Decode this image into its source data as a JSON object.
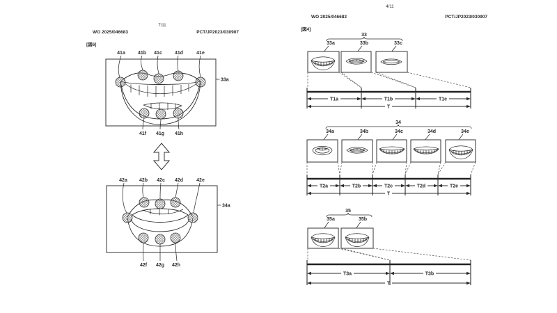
{
  "page_left": {
    "page_number": "7/11",
    "publication_number": "WO 2025/046683",
    "application_number": "PCT/JP2023/030907",
    "figure_label": "[図6]",
    "upper_frame": {
      "ref_label": "33a",
      "mouth": "wide-open-smile-with-feature-points",
      "point_labels": [
        "41a",
        "41b",
        "41c",
        "41d",
        "41e",
        "41f",
        "41g",
        "41h"
      ]
    },
    "lower_frame": {
      "ref_label": "34a",
      "mouth": "round-open-with-feature-points",
      "point_labels": [
        "42a",
        "42b",
        "42c",
        "42d",
        "42e",
        "42f",
        "42g",
        "42h"
      ]
    }
  },
  "page_right": {
    "page_number": "4/11",
    "publication_number": "WO 2025/046683",
    "application_number": "PCT/JP2023/030907",
    "figure_label": "[図4]",
    "groups": [
      {
        "ref_label": "33",
        "frames": [
          {
            "label": "33a",
            "mouth": "wide-open-smile"
          },
          {
            "label": "33b",
            "mouth": "small-open-teeth"
          },
          {
            "label": "33c",
            "mouth": "closed-lips"
          }
        ],
        "intervals": [
          "T1a",
          "T1b",
          "T1c"
        ],
        "total_label": "T"
      },
      {
        "ref_label": "34",
        "frames": [
          {
            "label": "34a",
            "mouth": "round-open"
          },
          {
            "label": "34b",
            "mouth": "small-open-teeth"
          },
          {
            "label": "34c",
            "mouth": "flat-smile-teeth"
          },
          {
            "label": "34d",
            "mouth": "flat-smile-teeth"
          },
          {
            "label": "34e",
            "mouth": "wide-open-smile"
          }
        ],
        "intervals": [
          "T2a",
          "T2b",
          "T2c",
          "T2d",
          "T2e"
        ],
        "total_label": "T"
      },
      {
        "ref_label": "35",
        "frames": [
          {
            "label": "35a",
            "mouth": "wide-open-smile"
          },
          {
            "label": "35b",
            "mouth": "wide-open-smile"
          }
        ],
        "intervals": [
          "T3a",
          "T3b"
        ],
        "total_label": "T"
      }
    ]
  },
  "colors": {
    "ink": "#2b2b2b",
    "background": "#ffffff"
  }
}
